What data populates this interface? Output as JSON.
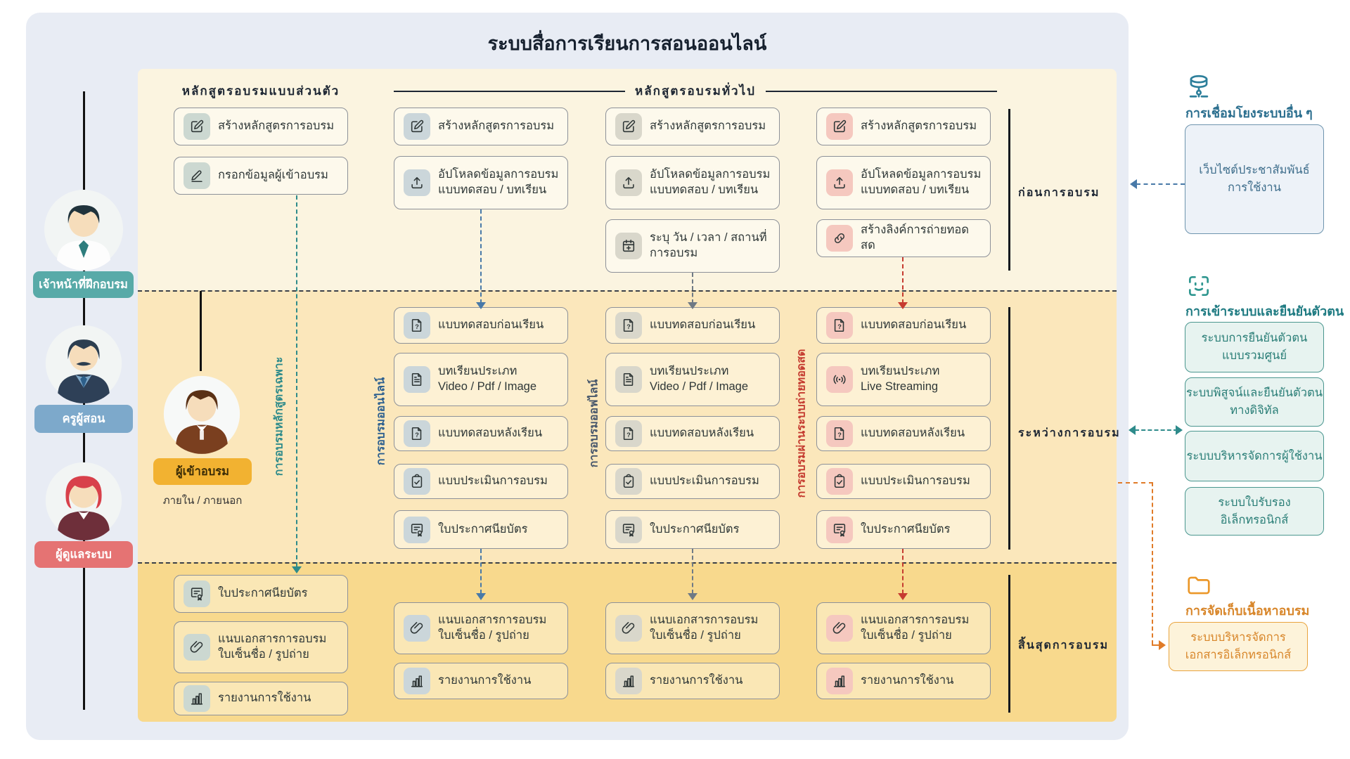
{
  "title": "ระบบสื่อการเรียนการสอนออนไลน์",
  "headers": {
    "personal": "หลักสูตรอบรมแบบส่วนตัว",
    "general": "หลักสูตรอบรมทั่วไป"
  },
  "actors": [
    {
      "label": "เจ้าหน้าที่ฝึกอบรม",
      "color": "#58aaa8"
    },
    {
      "label": "ครูผู้สอน",
      "color": "#7da9cb"
    },
    {
      "label": "ผู้ดูแลระบบ",
      "color": "#e57373"
    }
  ],
  "trainee": {
    "label": "ผู้เข้าอบรม",
    "note": "ภายใน / ภายนอก",
    "color": "#f2b231"
  },
  "phases": [
    {
      "label": "ก่อนการอบรม"
    },
    {
      "label": "ระหว่างการอบรม"
    },
    {
      "label": "สิ้นสุดการอบรม"
    }
  ],
  "tracks": [
    {
      "label": "การอบรมหลักสูตรเฉพาะ",
      "color": "#2e8b8b"
    },
    {
      "label": "การอบรมออนไลน์",
      "color": "#2c5f8f"
    },
    {
      "label": "การอบรมออฟไลน์",
      "color": "#46566b"
    },
    {
      "label": "การอบรมผ่านระบบถ่ายทอดสด",
      "color": "#c4392e"
    }
  ],
  "flow": {
    "personal": {
      "pre": [
        {
          "label": "สร้างหลักสูตรการอบรม",
          "icon": "edit-icon"
        },
        {
          "label": "กรอกข้อมูลผู้เข้าอบรม",
          "icon": "pencil-icon"
        }
      ],
      "post": [
        {
          "label": "ใบประกาศนียบัตร",
          "icon": "certificate-icon"
        },
        {
          "label": "แนบเอกสารการอบรม\nใบเซ็นชื่อ / รูปถ่าย",
          "icon": "paperclip-icon"
        },
        {
          "label": "รายงานการใช้งาน",
          "icon": "bar-chart-icon"
        }
      ]
    },
    "online": {
      "pre": [
        {
          "label": "สร้างหลักสูตรการอบรม",
          "icon": "edit-icon"
        },
        {
          "label": "อัปโหลดข้อมูลการอบรม\nแบบทดสอบ / บทเรียน",
          "icon": "upload-icon"
        }
      ],
      "during": [
        {
          "label": "แบบทดสอบก่อนเรียน",
          "icon": "file-question-icon"
        },
        {
          "label": "บทเรียนประเภท\nVideo / Pdf / Image",
          "icon": "file-lines-icon"
        },
        {
          "label": "แบบทดสอบหลังเรียน",
          "icon": "file-question-icon"
        },
        {
          "label": "แบบประเมินการอบรม",
          "icon": "clipboard-check-icon"
        },
        {
          "label": "ใบประกาศนียบัตร",
          "icon": "certificate-icon"
        }
      ],
      "post": [
        {
          "label": "แนบเอกสารการอบรม\nใบเซ็นชื่อ / รูปถ่าย",
          "icon": "paperclip-icon"
        },
        {
          "label": "รายงานการใช้งาน",
          "icon": "bar-chart-icon"
        }
      ]
    },
    "offline": {
      "pre": [
        {
          "label": "สร้างหลักสูตรการอบรม",
          "icon": "edit-icon"
        },
        {
          "label": "อัปโหลดข้อมูลการอบรม\nแบบทดสอบ / บทเรียน",
          "icon": "upload-icon"
        },
        {
          "label": "ระบุ วัน / เวลา / สถานที่\nการอบรม",
          "icon": "calendar-plus-icon"
        }
      ],
      "during": [
        {
          "label": "แบบทดสอบก่อนเรียน",
          "icon": "file-question-icon"
        },
        {
          "label": "บทเรียนประเภท\nVideo / Pdf / Image",
          "icon": "file-lines-icon"
        },
        {
          "label": "แบบทดสอบหลังเรียน",
          "icon": "file-question-icon"
        },
        {
          "label": "แบบประเมินการอบรม",
          "icon": "clipboard-check-icon"
        },
        {
          "label": "ใบประกาศนียบัตร",
          "icon": "certificate-icon"
        }
      ],
      "post": [
        {
          "label": "แนบเอกสารการอบรม\nใบเซ็นชื่อ / รูปถ่าย",
          "icon": "paperclip-icon"
        },
        {
          "label": "รายงานการใช้งาน",
          "icon": "bar-chart-icon"
        }
      ]
    },
    "live": {
      "pre": [
        {
          "label": "สร้างหลักสูตรการอบรม",
          "icon": "edit-icon"
        },
        {
          "label": "อัปโหลดข้อมูลการอบรม\nแบบทดสอบ / บทเรียน",
          "icon": "upload-icon"
        },
        {
          "label": "สร้างลิงค์การถ่ายทอดสด",
          "icon": "link-icon"
        }
      ],
      "during": [
        {
          "label": "แบบทดสอบก่อนเรียน",
          "icon": "file-question-icon"
        },
        {
          "label": "บทเรียนประเภท\nLive Streaming",
          "icon": "broadcast-icon"
        },
        {
          "label": "แบบทดสอบหลังเรียน",
          "icon": "file-question-icon"
        },
        {
          "label": "แบบประเมินการอบรม",
          "icon": "clipboard-check-icon"
        },
        {
          "label": "ใบประกาศนียบัตร",
          "icon": "certificate-icon"
        }
      ],
      "post": [
        {
          "label": "แนบเอกสารการอบรม\nใบเซ็นชื่อ / รูปถ่าย",
          "icon": "paperclip-icon"
        },
        {
          "label": "รายงานการใช้งาน",
          "icon": "bar-chart-icon"
        }
      ]
    }
  },
  "right": [
    {
      "heading": "การเชื่อมโยงระบบอื่น ๆ",
      "icon": "database-network-icon",
      "boxes": [
        {
          "label": "เว็บไซต์ประชาสัมพันธ์\nการใช้งาน"
        }
      ]
    },
    {
      "heading": "การเข้าระบบและยืนยันตัวตน",
      "icon": "face-scan-icon",
      "boxes": [
        {
          "label": "ระบบการยืนยันตัวตน\nแบบรวมศูนย์"
        },
        {
          "label": "ระบบพิสูจน์และยืนยันตัวตน\nทางดิจิทัล"
        },
        {
          "label": "ระบบบริหารจัดการผู้ใช้งาน"
        },
        {
          "label": "ระบบใบรับรอง\nอิเล็กทรอนิกส์"
        }
      ]
    },
    {
      "heading": "การจัดเก็บเนื้อหาอบรม",
      "icon": "folder-icon",
      "boxes": [
        {
          "label": "ระบบบริหารจัดการ\nเอกสารอิเล็กทรอนิกส์"
        }
      ]
    }
  ],
  "colors": {
    "container_bg": "#e8ecf4",
    "band_pre": "#fbf4e0",
    "band_during": "#fbe7bb",
    "band_post": "#f8d98d",
    "arrow_teal": "#2e8b8b",
    "arrow_blue": "#4879a8",
    "arrow_gray": "#6f7a85",
    "arrow_red": "#c63b30",
    "arrow_orange": "#e07b28"
  }
}
